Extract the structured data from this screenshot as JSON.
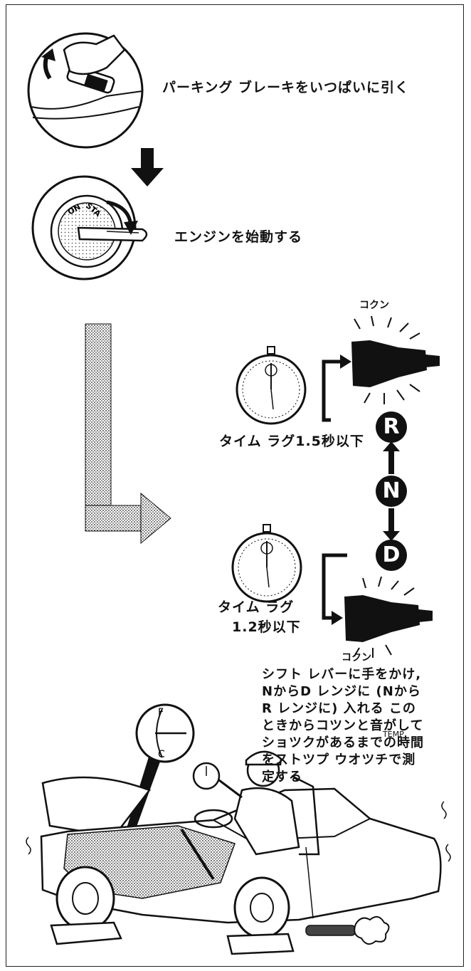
{
  "steps": {
    "parking_brake": "パーキング ブレーキをいつぱいに引く",
    "start_engine": "エンジンを始動する"
  },
  "key_switch": {
    "on": "ON",
    "start": "STA"
  },
  "time_lag": {
    "reverse": "タイム ラグ1.5秒以下",
    "drive_line1": "タイム ラグ",
    "drive_line2": "1.2秒以下"
  },
  "sounds": {
    "reverse": "コクン",
    "drive": "コクン"
  },
  "gears": {
    "r": "R",
    "n": "N",
    "d": "D"
  },
  "gauge": {
    "temp": "TEMP",
    "f": "F",
    "c": "C"
  },
  "instruction": [
    "シフト レバーに手をかけ,",
    "NからD レンジに (Nから",
    "R レンジに) 入れる この",
    "ときからコツンと音がして",
    "ショツクがあるまでの時間",
    "をストツプ ウオツチで測",
    "定する"
  ],
  "colors": {
    "ink": "#111111",
    "paper": "#ffffff",
    "gray": "#8a8a8a"
  }
}
